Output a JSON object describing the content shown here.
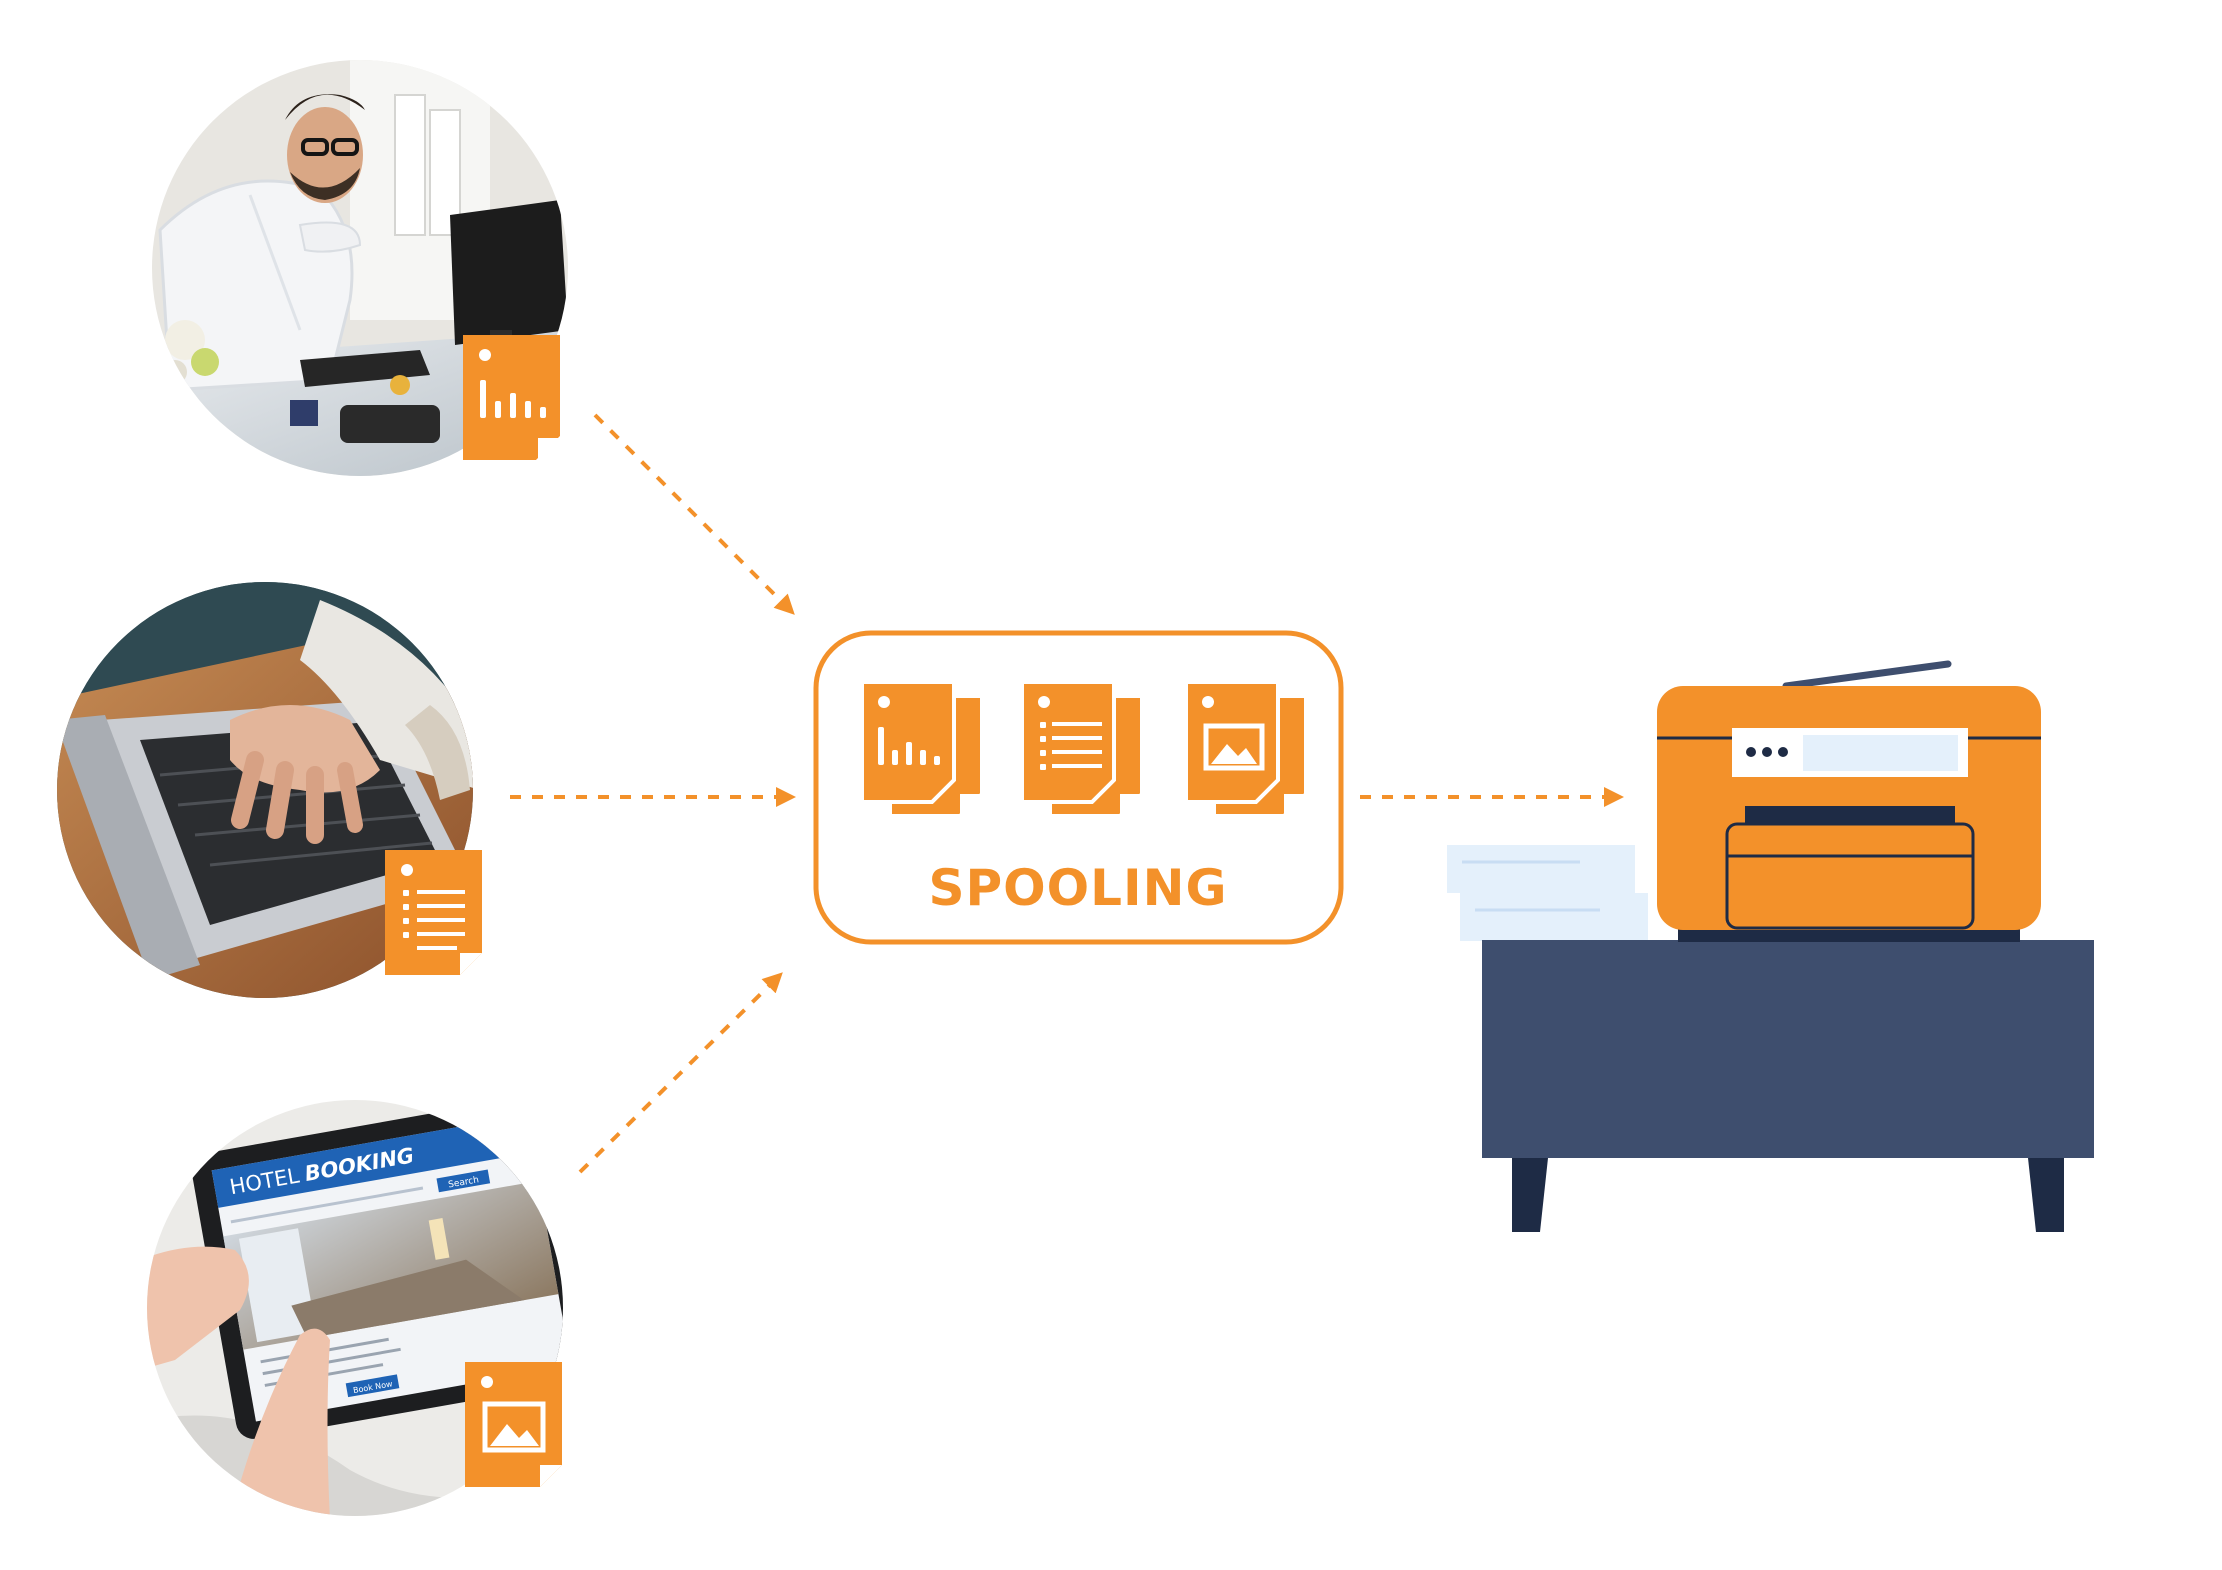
{
  "diagram": {
    "center_label": "SPOOLING",
    "tablet_heading_prefix": "HOTEL",
    "tablet_heading_emphasis": "BOOKING",
    "tablet_search_label": "Search",
    "tablet_book_label": "Book Now"
  },
  "colors": {
    "accent": "#F3912A",
    "navy": "#3E4E6E",
    "dark_navy": "#1E2B45",
    "paper": "#E4F0FB"
  },
  "icons": [
    "person-at-desktop-photo",
    "hands-typing-laptop-photo",
    "hands-tablet-hotel-booking-photo",
    "chart-document-icon",
    "text-document-icon",
    "image-document-icon",
    "printer-icon",
    "table-icon",
    "paper-stack-icon"
  ]
}
